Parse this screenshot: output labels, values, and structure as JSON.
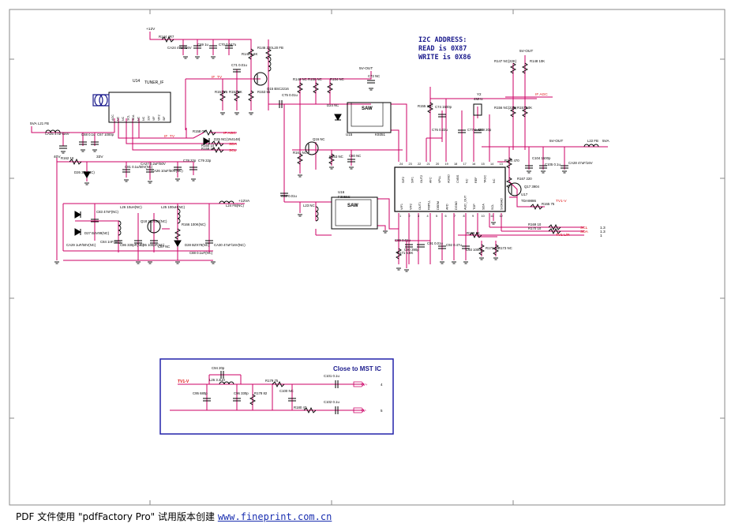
{
  "colors": {
    "wire": "#cc0066",
    "part": "#000000",
    "net_red": "#e01010",
    "navy": "#1a1a8c",
    "box": "#2222aa"
  },
  "i2c": {
    "title": "I2C ADDRESS:",
    "read": "READ is 0X87",
    "write": "WRITE is 0X86"
  },
  "tuner": {
    "ref": "U14",
    "name": "TUNER_IF",
    "pins": [
      "AGC",
      "NC",
      "NC",
      "SCL",
      "SDA",
      "NC",
      "NC",
      "33V",
      "VIF",
      "VIF2",
      "SIF"
    ]
  },
  "saw1": {
    "ref": "U15",
    "part": "K9351",
    "label": "SAW",
    "pins": [
      "OUT1",
      "OUT2",
      "GND",
      "IN1",
      "IN2"
    ]
  },
  "saw2": {
    "ref": "U16",
    "part": "F3955S",
    "label": "SAW"
  },
  "ic": {
    "ref": "U17",
    "part": "TDA9886",
    "top_pins": [
      "SIF2",
      "SIF1",
      "OUT2",
      "AFC",
      "VPLL",
      "AGND",
      "CVBS",
      "NC",
      "REF",
      "TAGC",
      "NC"
    ],
    "top_nums": [
      "24",
      "23",
      "22",
      "21",
      "20",
      "19",
      "18",
      "17",
      "16",
      "15",
      "14",
      "13"
    ],
    "bot_pins": [
      "VIF1",
      "VIF2",
      "OUT1",
      "FMPLL",
      "DEEM",
      "AFD",
      "DGND",
      "AUD_OUT",
      "TOP",
      "SDA",
      "SCL",
      "SIOMAD"
    ],
    "bot_nums": [
      "1",
      "2",
      "3",
      "4",
      "5",
      "6",
      "7",
      "8",
      "9",
      "10",
      "11",
      "12"
    ]
  },
  "nets": {
    "p12v": "+12V",
    "p12va": "+12VA",
    "p5va": "5VA",
    "p5v_out": "5V-OUT",
    "if_tv": "IF_TV",
    "if_agc": "IF AGC",
    "if_agc2": "IF AGC",
    "sda": "SDA",
    "scl": "SCL",
    "tv1_lr": "TV1 L/R",
    "tv1_v": "TV1-V",
    "tv_v": "TV-V",
    "v33": "33V",
    "v40": "40V"
  },
  "xtal": {
    "ref": "Y2",
    "value": "4MHz"
  },
  "close_box": {
    "title": "Close to MST IC",
    "net": "TV1-V",
    "out1": "TV+",
    "out2": "TV-",
    "n1": "4",
    "n2": "5"
  },
  "right_labels": {
    "scl_n": "1.3",
    "sda_n": "1.3",
    "lr_n": "1"
  },
  "parts": [
    "R144 4R7",
    "CA24 47uF/16V",
    "C69 1u",
    "C70 0.047u",
    "R145 5.6K",
    "R146 220",
    "L20 FB",
    "C71 0.01u",
    "Q15 BSC2216",
    "R151 75",
    "R152 2K",
    "R153 56",
    "C75 0.01u",
    "C72 NC",
    "R149 NC",
    "R150 NC",
    "R154 NC",
    "D24 NC",
    "R155 330",
    "C74 1500p",
    "C76 0.22u",
    "C77 0.47u",
    "C78 20p",
    "R147 NC(22K)",
    "R148 10K",
    "R156 NC(22K)",
    "R157 10K",
    "C104 1500p",
    "C105 0.1u",
    "CA28 47uF/16V",
    "L22 FB",
    "R164 470",
    "R167 220",
    "Q17 3904",
    "R165 75",
    "L21 FB",
    "CA25 47uF/16V",
    "C68 0.1u",
    "C67 1000p",
    "R158 0R",
    "D25 NC(1N4148)",
    "R160 10",
    "R159 10",
    "R162 1K",
    "D26 33V(NC)",
    "C81 0.1u/50V(NC)",
    "CA27 0.2uF/50V",
    "CA26 10uF/50V(NC)",
    "C78 22p",
    "C79 22p",
    "C82 0.01u",
    "L23 NC",
    "Q16 NC",
    "R161 NC",
    "R163 NC",
    "C80 NC",
    "C83 47nF(NC)",
    "L24 FB(NC)",
    "D27 BAV99(NC)",
    "CA29 1uF/50V(NC)",
    "C84 1nF(NC)",
    "L26 10uH(NC)",
    "C86 330pF(NC)",
    "Q18 2N7002(NC)",
    "C85 100pF(NC)",
    "L25 100uH(NC)",
    "R166 100K(NC)",
    "C87 NC",
    "D28 BZX79(NC)",
    "C88 0.1uF(NC)",
    "CA30 47uF/16V(NC)",
    "C89 0.01u",
    "C90 390p",
    "R171 6.8K",
    "C91 0.01u",
    "C92 0.47u",
    "C93 1000p",
    "R168 2K",
    "R172 NC",
    "R173 NC",
    "R169 10",
    "R170 10",
    "C94 20p",
    "L26 3.3uH",
    "C95 680p",
    "C96 330p",
    "R178 82",
    "R179 75",
    "C100 NC",
    "R180 47",
    "C101 0.1u",
    "C102 0.1u"
  ],
  "footer": {
    "text": "PDF 文件使用 \"pdfFactory Pro\" 试用版本创建 ",
    "link": "www.fineprint.com.cn"
  }
}
